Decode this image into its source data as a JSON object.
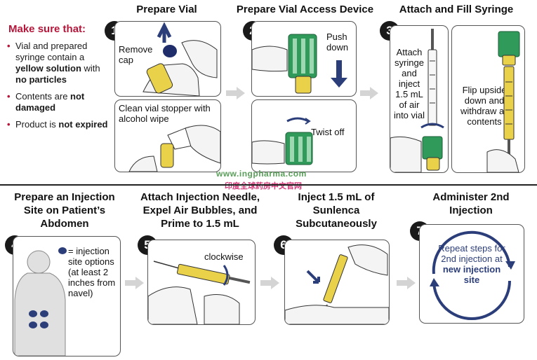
{
  "make_sure": {
    "heading": "Make sure that:",
    "items": [
      {
        "pre": "Vial and prepared syringe contain a ",
        "bold": "yellow solution",
        "mid": " with ",
        "bold2": "no particles"
      },
      {
        "pre": "Contents are ",
        "bold": "not damaged",
        "mid": "",
        "bold2": ""
      },
      {
        "pre": "Product is ",
        "bold": "not expired",
        "mid": "",
        "bold2": ""
      }
    ]
  },
  "steps": [
    {
      "num": "1",
      "title": "Prepare Vial",
      "panels": [
        "Remove cap",
        "Clean vial stopper with alcohol wipe"
      ]
    },
    {
      "num": "2",
      "title": "Prepare Vial Access Device",
      "panels": [
        "Push down",
        "Twist off"
      ]
    },
    {
      "num": "3",
      "title": "Attach and Fill Syringe",
      "panels": [
        "Attach syringe and inject 1.5 mL of air into vial",
        "Flip upside down and withdraw all contents"
      ]
    },
    {
      "num": "4",
      "title": "Prepare an Injection Site on Patient’s Abdomen",
      "panels": [
        "= injection site options (at least 2 inches from navel)"
      ]
    },
    {
      "num": "5",
      "title": "Attach Injection Needle, Expel Air Bubbles, and Prime to 1.5 mL",
      "panels": [
        "clockwise"
      ]
    },
    {
      "num": "6",
      "title": "Inject 1.5 mL of Sunlenca Subcutaneously",
      "panels": []
    },
    {
      "num": "7",
      "title": "Administer 2nd Injection",
      "repeat": {
        "pre": "Repeat steps for 2nd injection at ",
        "bold": "new injection site"
      }
    }
  ],
  "watermark": {
    "line1": "www.ingpharma.com",
    "line2": "印度全球药房中文官网"
  },
  "colors": {
    "accent_red": "#b5163a",
    "navy": "#2c3e7a",
    "green": "#2f9a5a",
    "yellow": "#d8c23a"
  }
}
